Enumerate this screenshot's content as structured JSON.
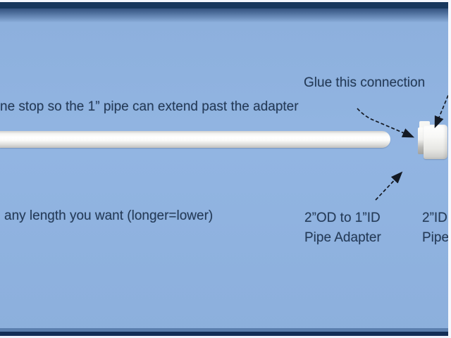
{
  "diagram": {
    "labels": {
      "glue_connection": "Glue this connection",
      "stop_note": "ne stop so the 1” pipe can extend past the adapter",
      "length_note": "any length you want (longer=lower)",
      "adapter_size": "2”OD to 1”ID",
      "adapter_name": "Pipe Adapter",
      "right_part_size": "2”ID",
      "right_part_name": "Pipe"
    },
    "parts": {
      "pipe": "1” pipe",
      "adapter": "2”OD to 1”ID pipe adapter"
    },
    "colors": {
      "background": "#8eb1de",
      "frame_navy": "#17375d",
      "frame_bottom_navy": "#122d56",
      "text": "#243a57",
      "pipe_white": "#ffffff",
      "arrow": "#141a24"
    }
  }
}
